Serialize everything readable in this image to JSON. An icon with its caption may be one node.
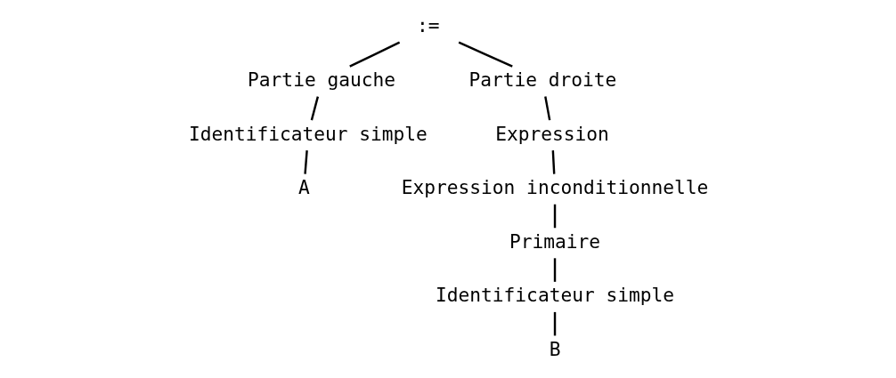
{
  "diagram": {
    "nodes": [
      {
        "text": [
          ":="
        ]
      },
      {
        "text": [
          "Partie gauche"
        ]
      },
      {
        "text": [
          "Identificateur simple"
        ]
      },
      {
        "text": [
          "A"
        ]
      },
      {
        "text": [
          "Partie droite"
        ]
      },
      {
        "text": [
          "Expression"
        ]
      },
      {
        "text": [
          "Expression inconditionnelle"
        ]
      },
      {
        "text": [
          "Primaire"
        ]
      },
      {
        "text": [
          "Identificateur simple"
        ]
      },
      {
        "text": [
          "B"
        ]
      }
    ],
    "edges": [
      {
        "from": 0,
        "to": 1,
        "arrow": "none"
      },
      {
        "from": 1,
        "to": 2,
        "arrow": "none"
      },
      {
        "from": 2,
        "to": 3,
        "arrow": "none"
      },
      {
        "from": 0,
        "to": 4,
        "arrow": "none"
      },
      {
        "from": 4,
        "to": 5,
        "arrow": "none"
      },
      {
        "from": 5,
        "to": 6,
        "arrow": "none"
      },
      {
        "from": 6,
        "to": 7,
        "arrow": "none"
      },
      {
        "from": 7,
        "to": 8,
        "arrow": "none"
      },
      {
        "from": 8,
        "to": 9,
        "arrow": "none"
      }
    ]
  }
}
